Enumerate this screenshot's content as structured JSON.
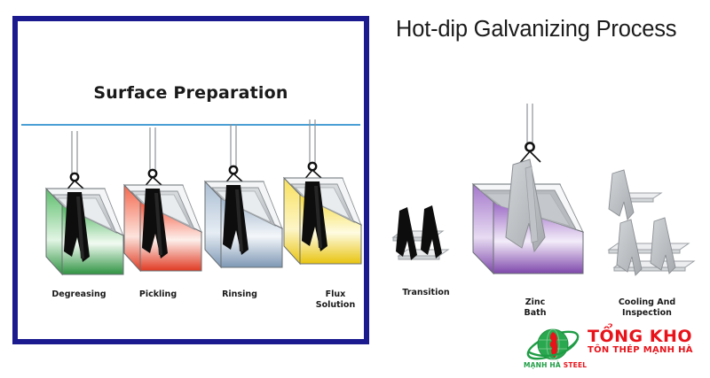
{
  "title": "Hot-dip Galvanizing Process",
  "panel": {
    "section_title": "Surface Preparation",
    "border_color": "#1b1b8f",
    "rule_color": "#4a9fd4"
  },
  "stages": [
    {
      "id": "degreasing",
      "label": "Degreasing",
      "color": "#35a04a",
      "color_light": "#eaf7ec",
      "beam_color": "#111111"
    },
    {
      "id": "pickling",
      "label": "Pickling",
      "color": "#ed3f2a",
      "color_light": "#fdeae6",
      "beam_color": "#111111"
    },
    {
      "id": "rinsing",
      "label": "Rinsing",
      "color": "#8fa9c4",
      "color_light": "#f1f5f9",
      "beam_color": "#111111"
    },
    {
      "id": "flux",
      "label": "Flux\nSolution",
      "color": "#f2cf1d",
      "color_light": "#fdf8da",
      "beam_color": "#111111"
    },
    {
      "id": "transition",
      "label": "Transition",
      "color": "#111111",
      "color_light": "#cfd3d6",
      "beam_color": "#111111"
    },
    {
      "id": "zinc",
      "label": "Zinc\nBath",
      "color": "#8a57b5",
      "color_light": "#f0e8f7",
      "beam_color": "#b9bcc0"
    },
    {
      "id": "cooling",
      "label": "Cooling And\nInspection",
      "color": "#b9bcc0",
      "color_light": "#e4e6e8",
      "beam_color": "#b9bcc0"
    }
  ],
  "logo": {
    "line1": "TỔNG KHO",
    "line2": "TÔN THÉP MẠNH HÀ",
    "line3_a": "MẠNH HÀ ",
    "line3_b": "STEEL",
    "green": "#1f9d45",
    "red": "#e8131a"
  }
}
